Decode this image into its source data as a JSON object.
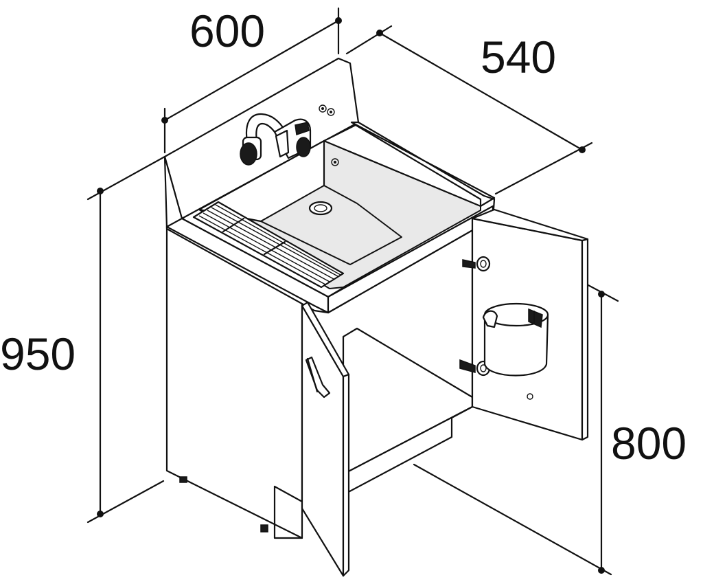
{
  "dimensions": {
    "width_label": "600",
    "depth_label": "540",
    "height_label": "950",
    "counter_height_label": "800"
  }
}
